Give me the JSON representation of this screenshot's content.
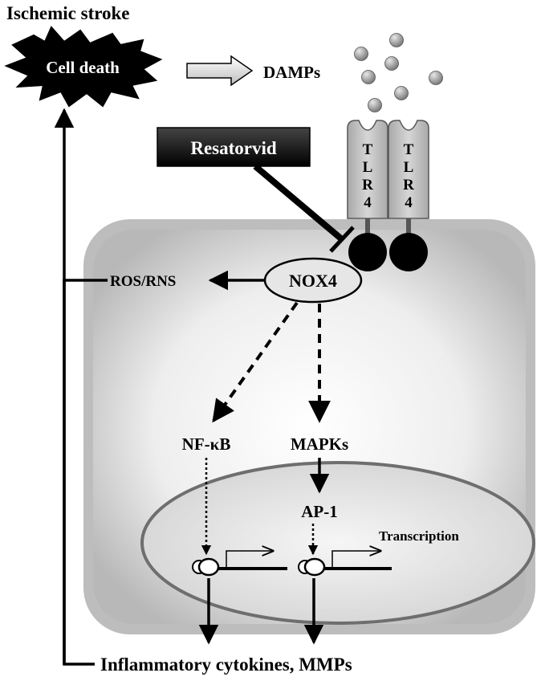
{
  "diagram": {
    "title": "Ischemic stroke",
    "cell_death": "Cell death",
    "damps": "DAMPs",
    "drug": "Resatorvid",
    "receptor_letters": [
      "T",
      "L",
      "R",
      "4"
    ],
    "nox4": "NOX4",
    "ros_rns": "ROS/RNS",
    "nfkb": "NF-κB",
    "mapks": "MAPKs",
    "ap1": "AP-1",
    "transcription": "Transcription",
    "output": "Inflammatory cytokines, MMPs"
  }
}
